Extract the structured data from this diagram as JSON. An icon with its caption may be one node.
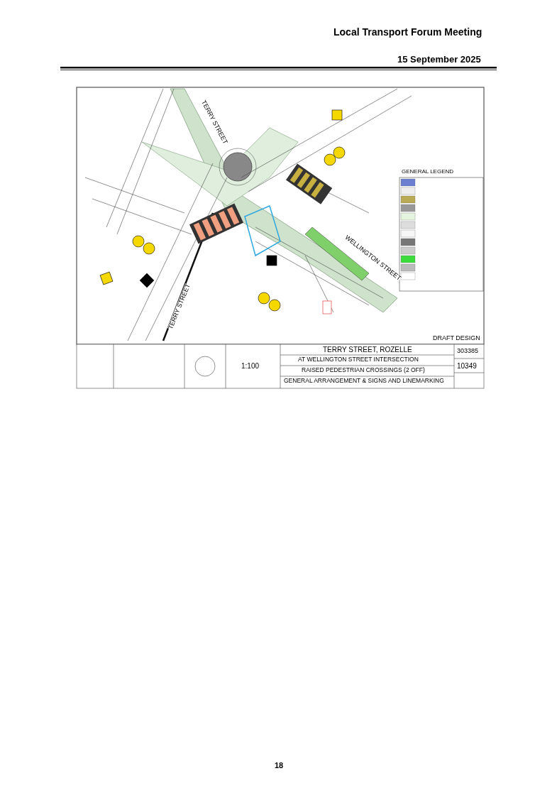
{
  "diagram": {
    "title": "Local Transport Forum Meeting",
    "labels": [
      "15 September 2025",
      "TERRY STREET",
      "GENERAL LEGEND",
      "WELLINGTON STREET",
      "TERRY STREET",
      "DRAFT DESIGN",
      "1:100",
      "TERRY STREET, ROZELLE",
      "303385",
      "AT WELLINGTON STREET INTERSECTION",
      "10349",
      "RAISED PEDESTRIAN CROSSINGS (2 OFF)",
      "GENERAL ARRANGEMENT & SIGNS AND LINEMARKING",
      "18"
    ]
  }
}
